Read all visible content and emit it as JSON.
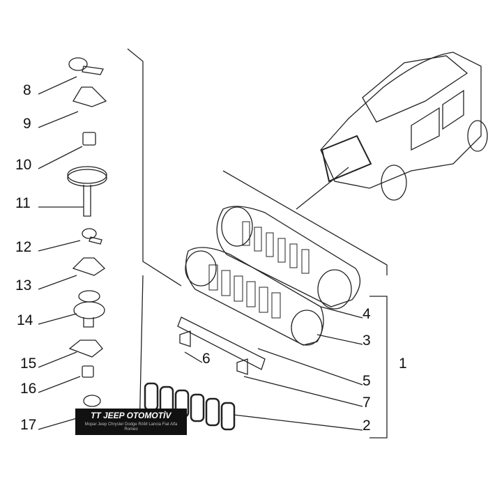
{
  "callouts": {
    "left": [
      "8",
      "9",
      "10",
      "11",
      "12",
      "13",
      "14",
      "15",
      "16",
      "17"
    ],
    "right": {
      "p4": "4",
      "p3": "3",
      "p1": "1",
      "p5": "5",
      "p7": "7",
      "p6": "6",
      "p2": "2"
    }
  },
  "logo": {
    "text": "TT JEEP OTOMOTİV",
    "brands": "Mopar Jeep Chrysler Dodge RAM Lancia Fiat Alfa Romeo"
  },
  "colors": {
    "line": "#222222",
    "logo_bg": "#111111"
  }
}
